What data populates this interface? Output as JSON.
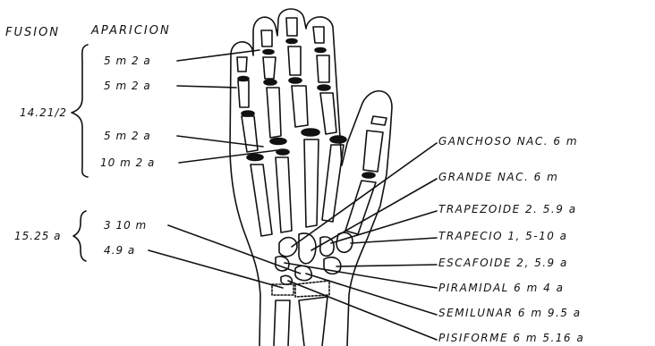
{
  "headers": {
    "fusion": "FUSION",
    "aparicion": "APARICION"
  },
  "left_group_1": {
    "total": "14.21/2",
    "items": [
      "5 m 2 a",
      "5 m 2 a",
      "5 m 2 a",
      "10 m 2 a"
    ]
  },
  "left_group_2": {
    "total": "15.25 a",
    "items": [
      "3 10 m",
      "4.9 a"
    ]
  },
  "carpal_labels": [
    "GANCHOSO NAC. 6 m",
    "GRANDE NAC. 6 m",
    "TRAPEZOIDE 2. 5.9 a",
    "TRAPECIO 1, 5-10 a",
    "ESCAFOIDE 2, 5.9 a",
    "PIRAMIDAL 6 m 4 a",
    "SEMILUNAR 6 m 9.5 a",
    "PISIFORME 6 m 5.16 a"
  ],
  "colors": {
    "ink": "#111111",
    "background": "#ffffff"
  }
}
